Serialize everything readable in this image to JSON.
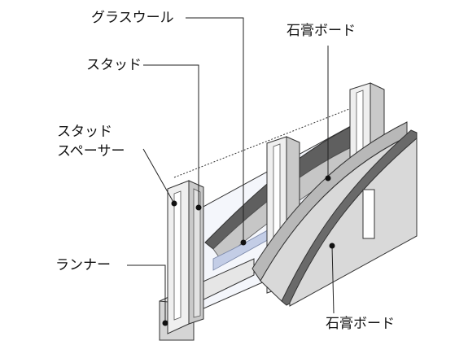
{
  "labels": {
    "glass_wool": "グラスウール",
    "stud": "スタッド",
    "stud_spacer_line1": "スタッド",
    "stud_spacer_line2": "スペーサー",
    "runner": "ランナー",
    "gypsum_board_top": "石膏ボード",
    "gypsum_board_bottom": "石膏ボード"
  },
  "colors": {
    "board_face": "#d9d9d9",
    "board_edge": "#b8b8b8",
    "board_core": "#6a6a6a",
    "stud_face": "#efefef",
    "stud_shade": "#c9c9c9",
    "glass_wool_dark": "#5f5f5f",
    "glass_wool_light": "#c6c6c6",
    "insulation_blue": "#c3cde6",
    "line": "#222222"
  }
}
